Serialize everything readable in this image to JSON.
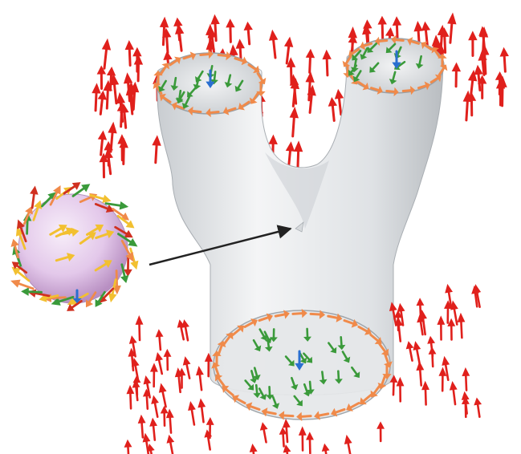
{
  "figure": {
    "colors": {
      "surface": "#e6e8ea",
      "surface_shade": "#b8bcc0",
      "exterior_field": "#e0201c",
      "boundary_field": "#f08a4a",
      "interior_field": "#3a9a3a",
      "singular_field": "#2a6fd0",
      "sphere": "#e6d0ec",
      "sphere_arrows": [
        "#f2c030",
        "#d03020",
        "#3a9a3a",
        "#f08a4a"
      ],
      "callout_arrow": "#222222"
    },
    "parts": [
      "pants-surface",
      "top-left-cuff",
      "top-right-cuff",
      "bottom-cuff",
      "singular-point",
      "magnified-sphere",
      "callout-arrow"
    ],
    "text": []
  }
}
